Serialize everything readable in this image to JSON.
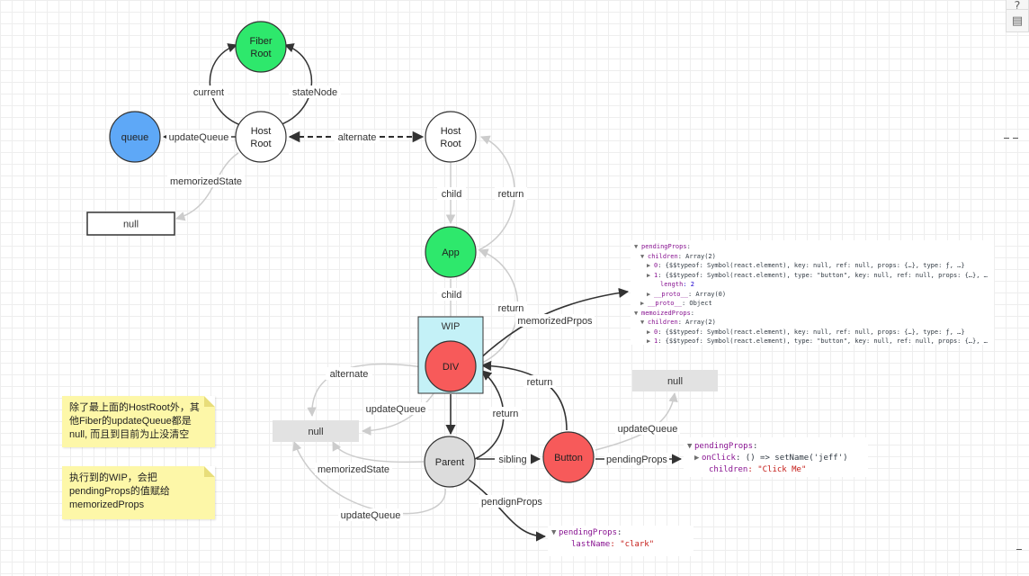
{
  "nodes": {
    "fiber_root": [
      "Fiber",
      "Root"
    ],
    "host_root_current": [
      "Host",
      "Root"
    ],
    "host_root_alt": [
      "Host",
      "Root"
    ],
    "queue": "queue",
    "app": "App",
    "div": "DIV",
    "parent": "Parent",
    "button": "Button"
  },
  "rects": {
    "null_left": "null",
    "null_mid": "null",
    "null_right": "null",
    "wip": "WIP"
  },
  "edges": {
    "current": "current",
    "state_node": "stateNode",
    "update_queue_top": "updateQueue",
    "alternate_top": "alternate",
    "memorized_state_top": "memorizedState",
    "child_1": "child",
    "return_1": "return",
    "child_2": "child",
    "return_2": "return",
    "memorized_prpos": "memorizedPrpos",
    "alternate_mid": "alternate",
    "update_queue_mid": "updateQueue",
    "return_3": "return",
    "return_4": "return",
    "update_queue_button": "updateQueue",
    "memorized_state_bottom": "memorizedState",
    "sibling": "sibling",
    "pending_props_button": "pendingProps",
    "pendign_props": "pendignProps",
    "update_queue_bottom": "updateQueue"
  },
  "notes": {
    "note1": [
      "除了最上面的HostRoot外，其",
      "他Fiber的updateQueue都是",
      "null, 而且到目前为止没清空"
    ],
    "note2": [
      "执行到的WIP，会把",
      "pendingProps的值赋给",
      "memorizedProps"
    ]
  },
  "devtools_div": {
    "lines": [
      {
        "indent": 0,
        "arrow": "▼",
        "key": "pendingProps",
        "rest": ":"
      },
      {
        "indent": 1,
        "arrow": "▼",
        "key": "children",
        "rest": ": Array(2)"
      },
      {
        "indent": 2,
        "arrow": "▶",
        "key": "0",
        "rest": ": {$$typeof: Symbol(react.element), key: null, ref: null, props: {…}, type: ƒ, …}"
      },
      {
        "indent": 2,
        "arrow": "▶",
        "key": "1",
        "rest": ": {$$typeof: Symbol(react.element), type: \"button\", key: null, ref: null, props: {…}, …"
      },
      {
        "indent": 3,
        "arrow": "",
        "key": "length",
        "rest": ": 2"
      },
      {
        "indent": 2,
        "arrow": "▶",
        "key": "__proto__",
        "rest": ": Array(0)"
      },
      {
        "indent": 1,
        "arrow": "▶",
        "key": "__proto__",
        "rest": ": Object"
      },
      {
        "indent": 0,
        "arrow": "▼",
        "key": "memoizedProps",
        "rest": ":"
      },
      {
        "indent": 1,
        "arrow": "▼",
        "key": "children",
        "rest": ": Array(2)"
      },
      {
        "indent": 2,
        "arrow": "▶",
        "key": "0",
        "rest": ": {$$typeof: Symbol(react.element), key: null, ref: null, props: {…}, type: ƒ, …}"
      },
      {
        "indent": 2,
        "arrow": "▶",
        "key": "1",
        "rest": ": {$$typeof: Symbol(react.element), type: \"button\", key: null, ref: null, props: {…}, …"
      }
    ]
  },
  "devtools_button": {
    "lines": [
      {
        "indent": 0,
        "arrow": "▼",
        "key": "pendingProps",
        "rest": ":"
      },
      {
        "indent": 1,
        "arrow": "▶",
        "key": "onClick",
        "rest": ": () => setName('jeff')"
      },
      {
        "indent": 2,
        "arrow": "",
        "key": "children",
        "rest": ": \"Click Me\""
      }
    ]
  },
  "devtools_parent": {
    "lines": [
      {
        "indent": 0,
        "arrow": "▼",
        "key": "pendingProps",
        "rest": ":"
      },
      {
        "indent": 2,
        "arrow": "",
        "key": "lastName",
        "rest": ": \"clark\""
      }
    ]
  },
  "colors": {
    "green": "#2ee86c",
    "blue": "#5ea8f7",
    "red": "#f75a5a",
    "grey_node": "#dcdcdc",
    "wip_fill": "#c4f1f7",
    "note_bg": "#fdf7a8"
  },
  "side_buttons": [
    "help-icon",
    "comment-icon"
  ]
}
